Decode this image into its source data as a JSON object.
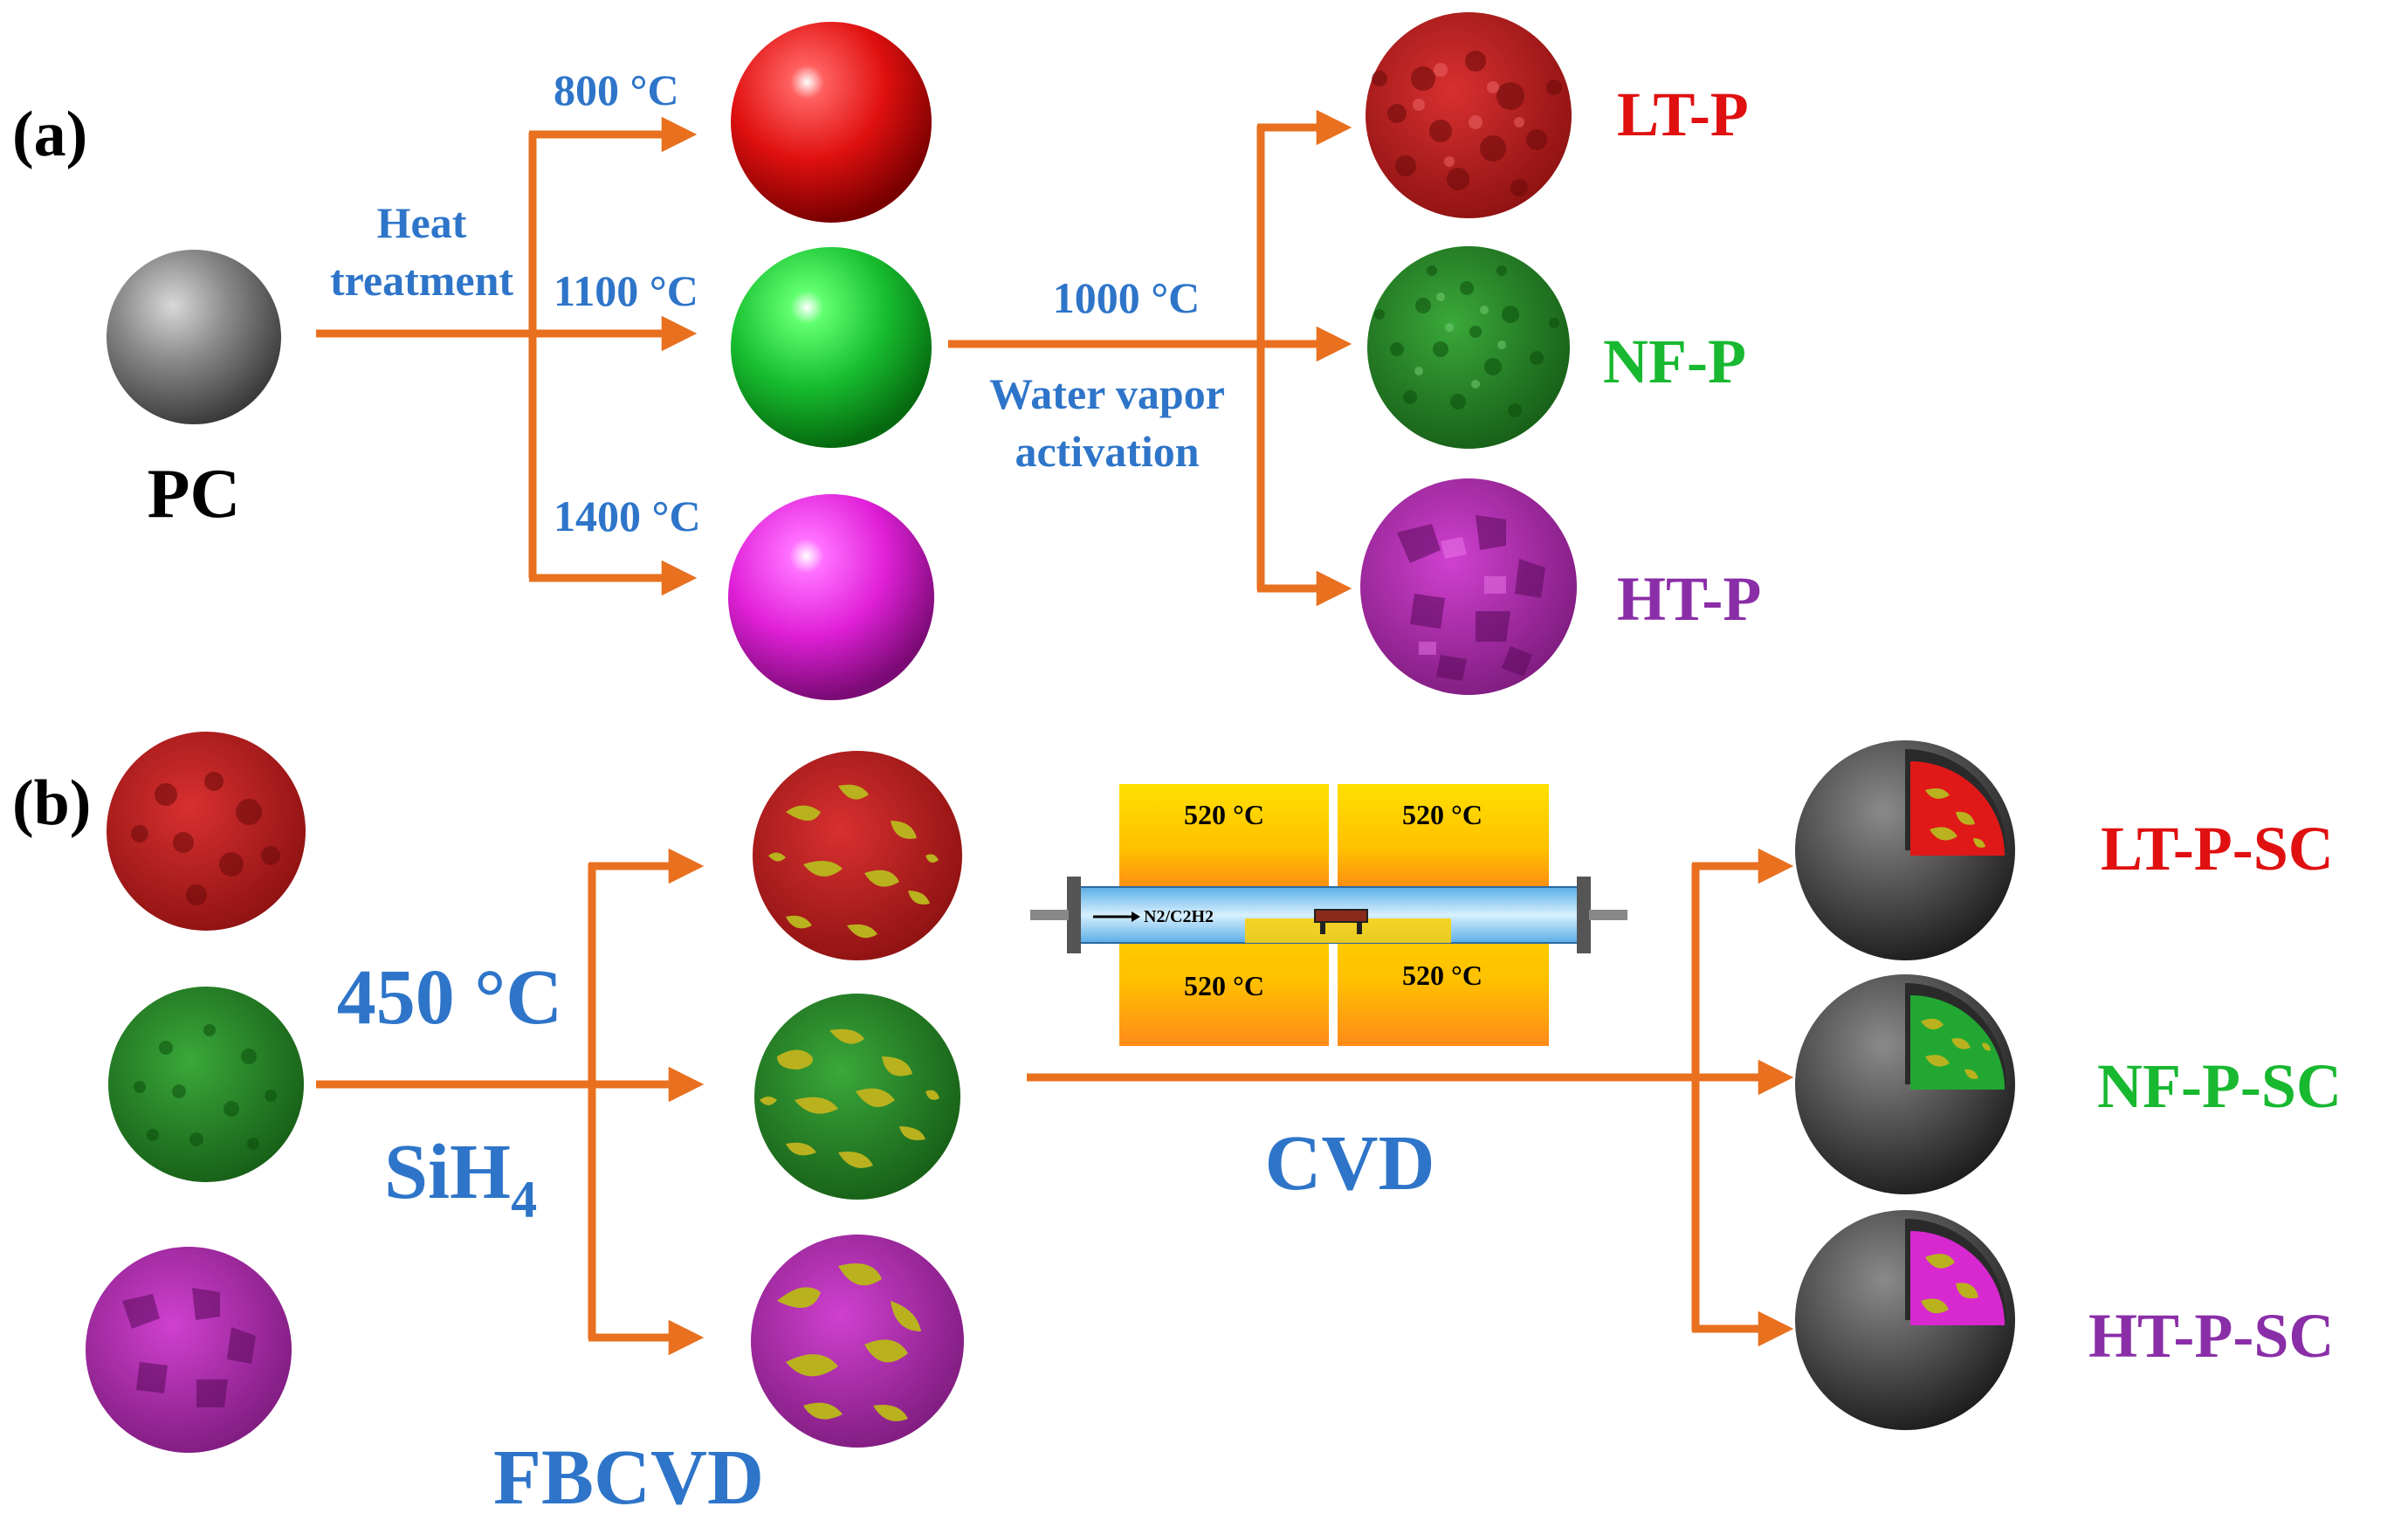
{
  "colors": {
    "arrow": "#e8701f",
    "label_blue": "#2e75c9",
    "red": "#e01010",
    "green": "#18b830",
    "magenta": "#e020d8",
    "purple": "#8a2ea8",
    "gray": "#6a6a6a",
    "dark_shell": "#4a4a4a",
    "yellow_olive": "#b9b21e",
    "furnace_yellow": "#ffd700",
    "furnace_orange": "#ff8a1a",
    "tube_blue": "#7cc4ee"
  },
  "panel_a": {
    "label": "(a)",
    "start": "PC",
    "step1_line1": "Heat",
    "step1_line2": "treatment",
    "temps": [
      "800 °C",
      "1100 °C",
      "1400 °C"
    ],
    "step2_temp": "1000 °C",
    "step2_line1": "Water vapor",
    "step2_line2": "activation",
    "products": [
      "LT-P",
      "NF-P",
      "HT-P"
    ]
  },
  "panel_b": {
    "label": "(b)",
    "step1_temp": "450 °C",
    "step1_gas": "SiH",
    "step1_gas_sub": "4",
    "step1_method": "FBCVD",
    "furnace_temps": [
      "520 °C",
      "520 °C",
      "520 °C",
      "520 °C"
    ],
    "gas_flow": "N2/C2H2",
    "step2_method": "CVD",
    "products": [
      "LT-P-SC",
      "NF-P-SC",
      "HT-P-SC"
    ]
  }
}
